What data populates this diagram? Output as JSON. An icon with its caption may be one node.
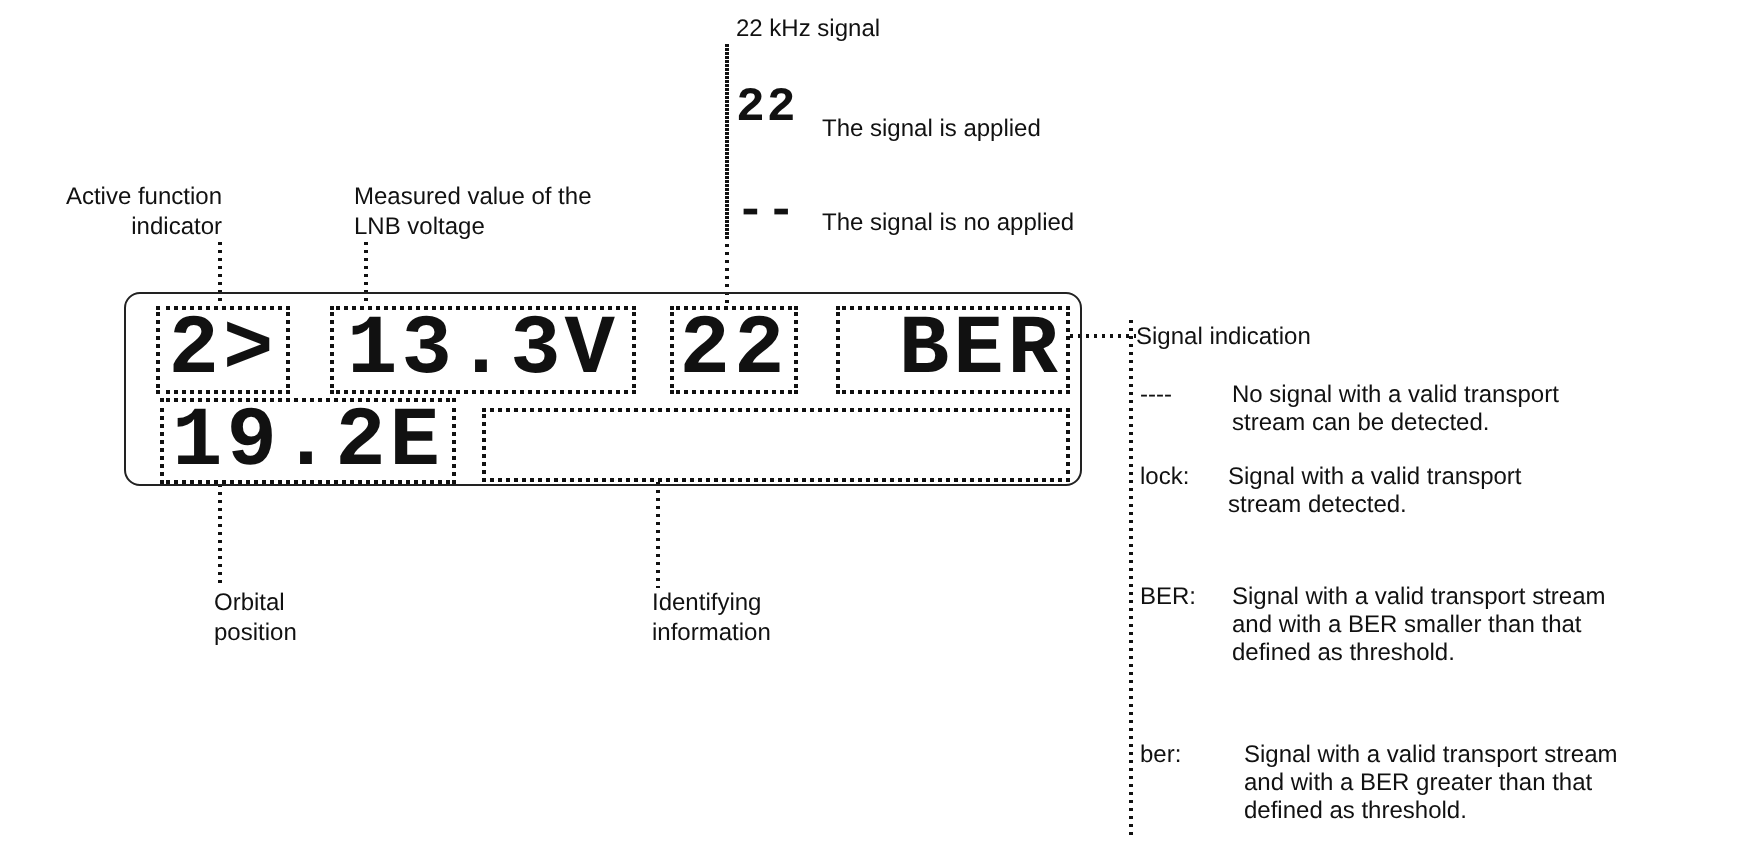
{
  "diagram": {
    "nodes": [
      {
        "text": [],
        "shape": "box"
      },
      {
        "text": [
          "2>"
        ],
        "in": 0
      },
      {
        "text": [
          "13.3V"
        ],
        "in": 0
      },
      {
        "text": [
          "22"
        ],
        "in": 0
      },
      {
        "text": [
          "BER"
        ],
        "in": 0
      },
      {
        "text": [
          "19.2E"
        ],
        "in": 0
      },
      {
        "text": [],
        "shape": "box",
        "in": 0
      },
      {
        "text": [
          "Active function indicator"
        ]
      },
      {
        "text": [
          "Measured value of the LNB voltage"
        ]
      },
      {
        "text": [
          "22 kHz signal"
        ]
      },
      {
        "text": [
          "Signal indication"
        ]
      },
      {
        "text": [
          "Orbital position"
        ]
      },
      {
        "text": [
          "Identifying information"
        ]
      }
    ],
    "edges": [
      {
        "from": 7,
        "to": 1,
        "arrow": "none",
        "style": "dashed"
      },
      {
        "from": 8,
        "to": 2,
        "arrow": "none",
        "style": "dashed"
      },
      {
        "from": 9,
        "to": 3,
        "arrow": "none",
        "style": "dashed"
      },
      {
        "from": 4,
        "to": 10,
        "arrow": "none",
        "style": "dashed"
      },
      {
        "from": 5,
        "to": 11,
        "arrow": "none",
        "style": "dashed"
      },
      {
        "from": 6,
        "to": 12,
        "arrow": "none",
        "style": "dashed"
      }
    ],
    "labels": [
      "22",
      "The signal is applied",
      "--",
      "The signal is no applied",
      "----",
      "No signal with a valid transport stream can be detected.",
      "lock:",
      "Signal with a valid transport stream detected.",
      "BER:",
      "Signal with a valid transport stream and with a BER smaller than that defined as threshold.",
      "ber:",
      "Signal with a valid transport stream and with a BER greater than that defined as threshold."
    ]
  }
}
